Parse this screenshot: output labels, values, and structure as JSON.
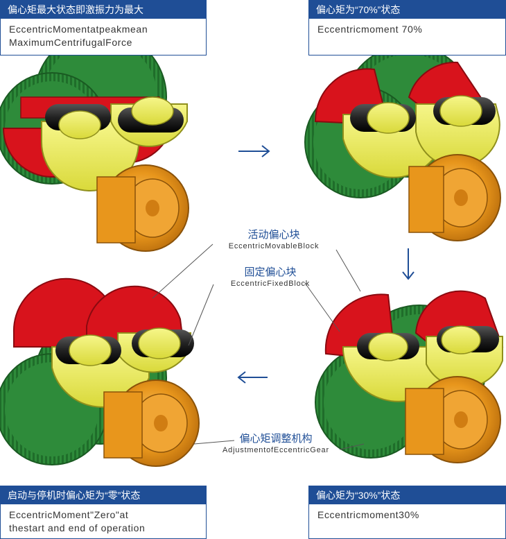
{
  "panels": {
    "top_left": {
      "title": "偏心矩最大状态即激振力为最大",
      "line1": "EccentricMomentatpeakmean",
      "line2": "MaximumCentrifugalForce"
    },
    "top_right": {
      "title": "偏心矩为“70%”状态",
      "line1": "Eccentricmoment 70%"
    },
    "bottom_left": {
      "title": "启动与停机时偏心矩为“零”状态",
      "line1": "EccentricMoment\"Zero\"at",
      "line2": "thestart and end of operation"
    },
    "bottom_right": {
      "title": "偏心矩为“30%”状态",
      "line1": "Eccentricmoment30%"
    }
  },
  "labels": {
    "movable": {
      "zh": "活动偏心块",
      "en": "EccentricMovableBlock"
    },
    "fixed": {
      "zh": "固定偏心块",
      "en": "EccentricFixedBlock"
    },
    "adjust": {
      "zh": "偏心矩调整机构",
      "en": "AdjustmentofEccentricGear"
    }
  },
  "colors": {
    "accent": "#1f4e96",
    "green": "#2e8b3a",
    "red": "#d8131c",
    "yellow": "#eeee55",
    "orange": "#e8961c",
    "shaft": "#2a2a2a"
  }
}
